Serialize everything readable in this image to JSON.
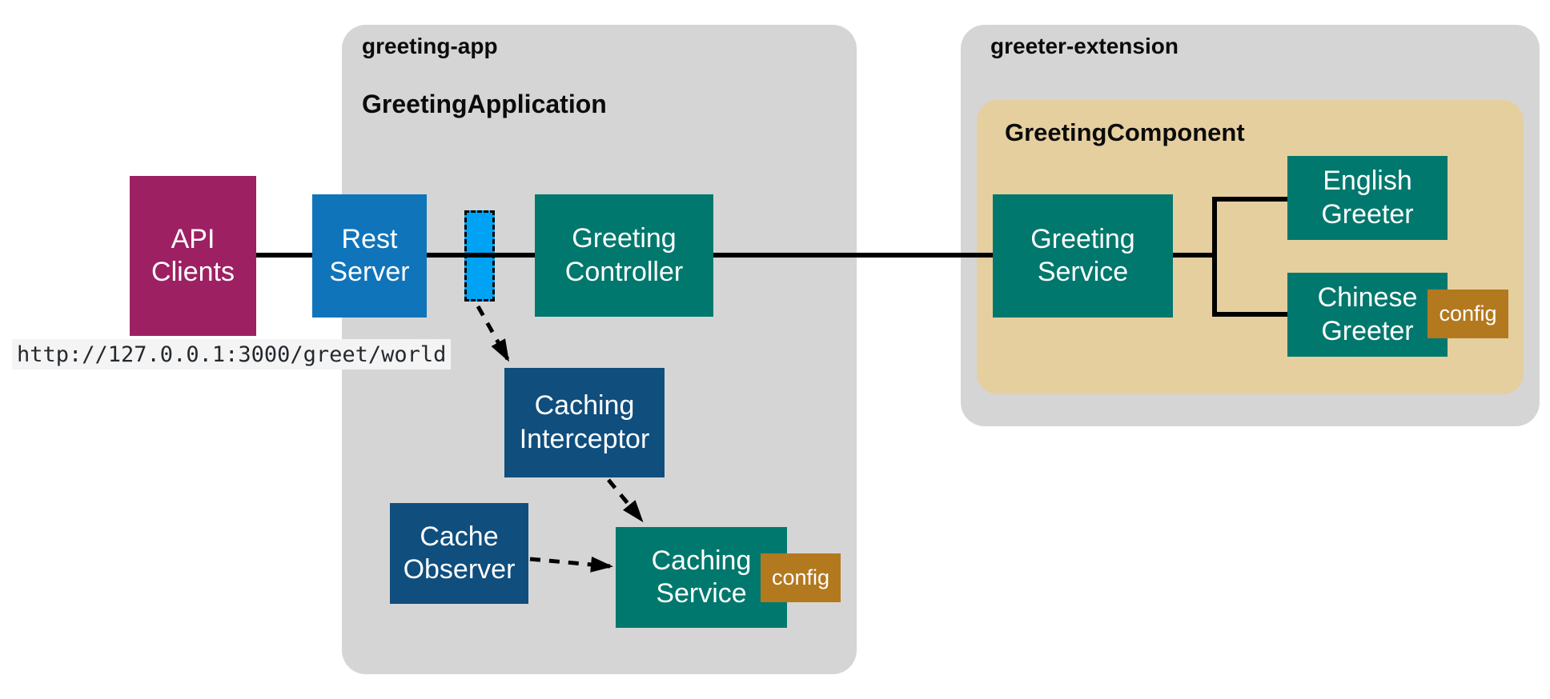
{
  "colors": {
    "container_gray": "#D5D5D5",
    "component_tan": "#E5CF9F",
    "api_magenta": "#9D2162",
    "rest_blue": "#1074BA",
    "interceptor_light_blue": "#00A2F4",
    "teal": "#00786D",
    "navy": "#0F4E7D",
    "config_brown": "#B3791F",
    "wire_black": "#000000",
    "url_bg": "#F4F4F5",
    "url_text": "#24292E"
  },
  "containers": {
    "greeting_app": {
      "label": "greeting-app",
      "title": "GreetingApplication"
    },
    "greeter_extension": {
      "label": "greeter-extension"
    },
    "greeting_component": {
      "title": "GreetingComponent"
    }
  },
  "nodes": {
    "api_clients": {
      "label": "API\nClients"
    },
    "rest_server": {
      "label": "Rest\nServer"
    },
    "greeting_controller": {
      "label": "Greeting\nController"
    },
    "caching_interceptor": {
      "label": "Caching\nInterceptor"
    },
    "cache_observer": {
      "label": "Cache\nObserver"
    },
    "caching_service": {
      "label": "Caching\nService",
      "badge": "config"
    },
    "greeting_service": {
      "label": "Greeting\nService"
    },
    "english_greeter": {
      "label": "English\nGreeter"
    },
    "chinese_greeter": {
      "label": "Chinese\nGreeter",
      "badge": "config"
    }
  },
  "caption": {
    "url": "http://127.0.0.1:3000/greet/world"
  }
}
